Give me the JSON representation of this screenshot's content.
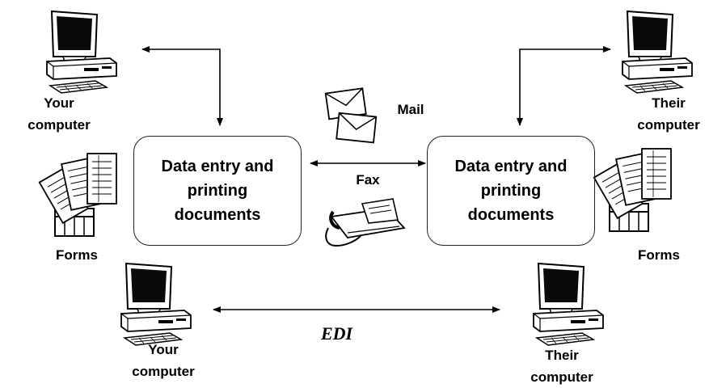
{
  "labels": {
    "your_computer_top": [
      "Your",
      "computer"
    ],
    "their_computer_top": [
      "Their",
      "computer"
    ],
    "forms_left": "Forms",
    "forms_right": "Forms",
    "your_computer_bottom": [
      "Your",
      "computer"
    ],
    "their_computer_bottom": [
      "Their",
      "computer"
    ],
    "mail": "Mail",
    "fax": "Fax",
    "edi": "EDI"
  },
  "boxes": {
    "left": [
      "Data entry and",
      "printing",
      "documents"
    ],
    "right": [
      "Data entry and",
      "printing",
      "documents"
    ]
  },
  "icons": [
    "computer-icon",
    "forms-icon",
    "mail-icon",
    "fax-icon"
  ]
}
